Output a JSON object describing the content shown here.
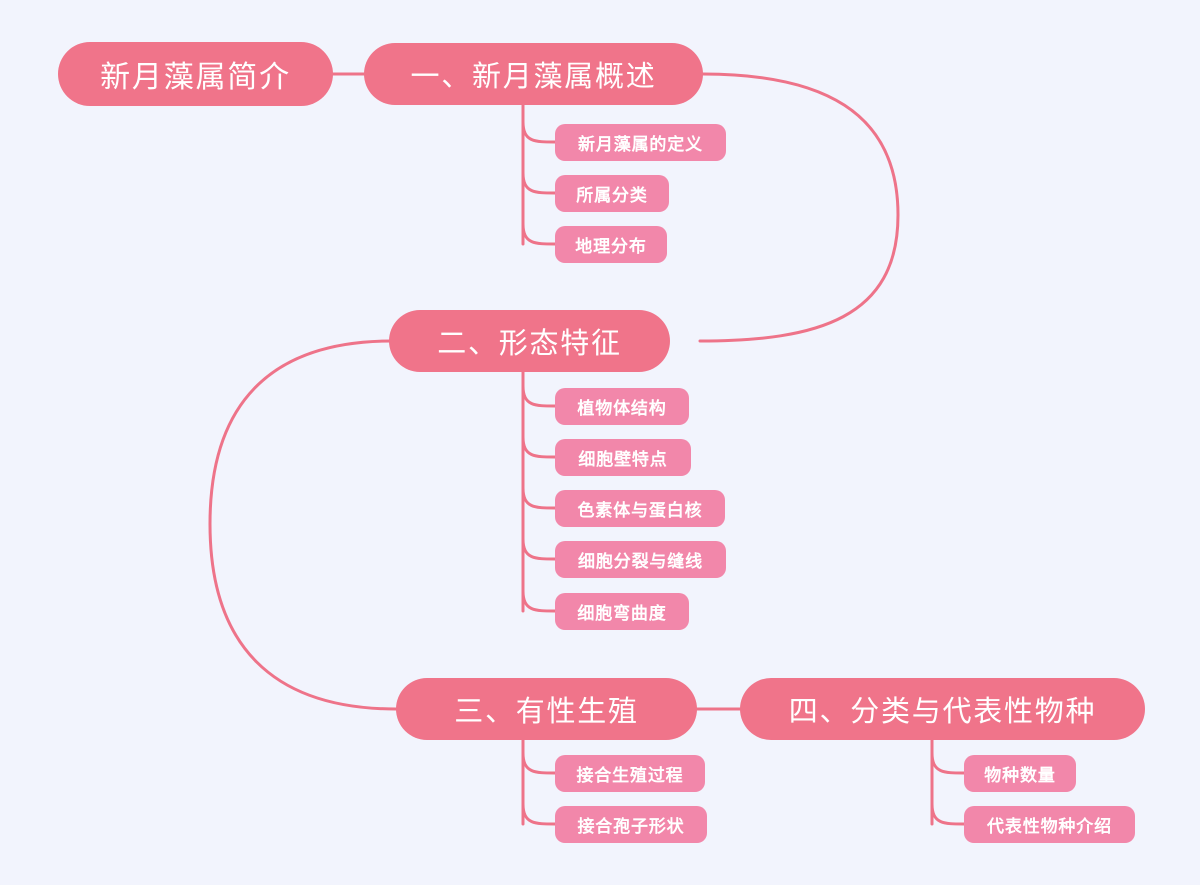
{
  "document": {
    "title": "新月藻属简介",
    "type": "mindmap"
  },
  "theme": {
    "background": "#f2f4fd",
    "main_node_color": "#f0748a",
    "leaf_node_color": "#f287aa",
    "edge_color": "#ee7389",
    "text_color": "#ffffff"
  },
  "root": {
    "label": "新月藻属简介"
  },
  "branches": [
    {
      "label": "一、新月藻属概述",
      "children": [
        {
          "label": "新月藻属的定义"
        },
        {
          "label": "所属分类"
        },
        {
          "label": "地理分布"
        }
      ]
    },
    {
      "label": "二、形态特征",
      "children": [
        {
          "label": "植物体结构"
        },
        {
          "label": "细胞壁特点"
        },
        {
          "label": "色素体与蛋白核"
        },
        {
          "label": "细胞分裂与缝线"
        },
        {
          "label": "细胞弯曲度"
        }
      ]
    },
    {
      "label": "三、有性生殖",
      "children": [
        {
          "label": "接合生殖过程"
        },
        {
          "label": "接合孢子形状"
        }
      ]
    },
    {
      "label": "四、分类与代表性物种",
      "children": [
        {
          "label": "物种数量"
        },
        {
          "label": "代表性物种介绍"
        }
      ]
    }
  ]
}
